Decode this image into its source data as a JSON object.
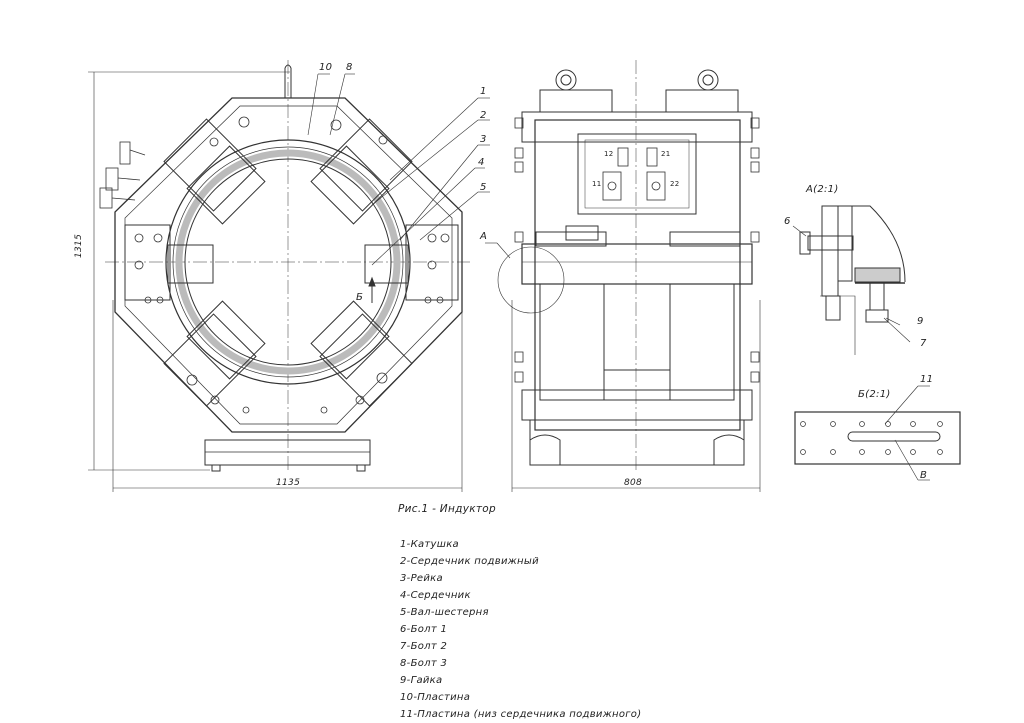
{
  "caption": "Рис.1 - Индуктор",
  "legend": [
    "1-Катушка",
    "2-Сердечник подвижный",
    "3-Рейка",
    "4-Сердечник",
    "5-Вал-шестерня",
    "6-Болт 1",
    "7-Болт 2",
    "8-Болт 3",
    "9-Гайка",
    "10-Пластина",
    "11-Пластина (низ сердечника подвижного)"
  ],
  "dimensions": {
    "front_height": "1315",
    "front_width": "1135",
    "side_width": "808"
  },
  "callouts": {
    "c1": "1",
    "c2": "2",
    "c3": "3",
    "c4": "4",
    "c5": "5",
    "c6": "6",
    "c7": "7",
    "c8": "8",
    "c9": "9",
    "c10": "10",
    "c11": "11",
    "view_a": "А",
    "view_b": "Б",
    "view_v": "В",
    "detail_a": "А(2:1)",
    "detail_b": "Б(2:1)"
  },
  "terminals": [
    "12",
    "21",
    "11",
    "22"
  ]
}
